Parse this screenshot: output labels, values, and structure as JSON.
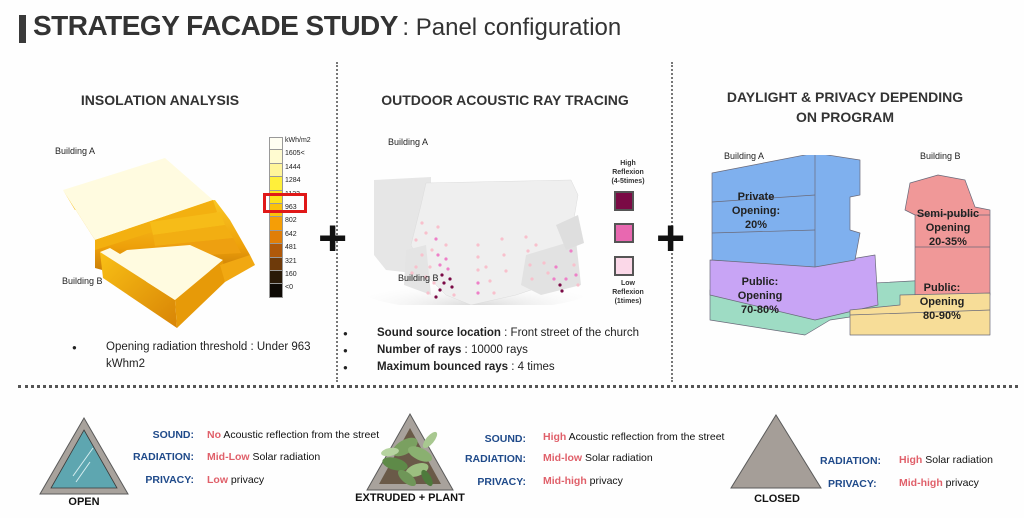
{
  "header": {
    "title": "STRATEGY FACADE STUDY",
    "subtitle": ": Panel configuration"
  },
  "insolation": {
    "heading": "INSOLATION ANALYSIS",
    "building_a": "Building A",
    "building_b": "Building B",
    "legend_unit": "kWh/m2",
    "legend": [
      {
        "label": "1605<",
        "color": "#fffbd0"
      },
      {
        "label": "1444",
        "color": "#fff59a"
      },
      {
        "label": "1284",
        "color": "#ffef3a"
      },
      {
        "label": "1123",
        "color": "#fde21a"
      },
      {
        "label": "963",
        "color": "#fbc20c"
      },
      {
        "label": "802",
        "color": "#f59e06"
      },
      {
        "label": "642",
        "color": "#e07e08"
      },
      {
        "label": "481",
        "color": "#b0590a"
      },
      {
        "label": "321",
        "color": "#6e3a0a"
      },
      {
        "label": "160",
        "color": "#2a1a08"
      },
      {
        "label": "<0",
        "color": "#0e0a05"
      }
    ],
    "highlight_color": "#e01818",
    "highlight_value": "963",
    "bullet": "Opening radiation threshold : Under 963 kWhm2"
  },
  "acoustic": {
    "heading": "OUTDOOR ACOUSTIC RAY TRACING",
    "building_a": "Building A",
    "building_b": "Building B",
    "legend_high": [
      "High",
      "Reflexion",
      "(4-5times)"
    ],
    "legend_low": [
      "Low",
      "Reflexion",
      "(1times)"
    ],
    "swatch_colors": [
      "#7a0a45",
      "#e868b0",
      "#fbd8e8"
    ],
    "bullets": [
      {
        "bold": "Sound source location",
        "text": " : Front street of the church"
      },
      {
        "bold": "Number of rays",
        "text": " : 10000 rays"
      },
      {
        "bold": "Maximum bounced rays",
        "text": " : 4 times"
      }
    ]
  },
  "daylight": {
    "heading_line1": "DAYLIGHT & PRIVACY DEPENDING",
    "heading_line2": "ON PROGRAM",
    "building_a": "Building A",
    "building_b": "Building B",
    "zones": {
      "private": [
        "Private",
        "Opening:",
        "20%"
      ],
      "public_a": [
        "Public:",
        "Opening",
        "70-80%"
      ],
      "semi_public": [
        "Semi-public",
        "Opening",
        "20-35%"
      ],
      "public_b": [
        "Public:",
        "Opening",
        "80-90%"
      ]
    },
    "colors": {
      "private": "#7fb0ee",
      "public_a_top": "#c8a4f5",
      "public_a_base": "#9edcc4",
      "semi_public": "#f09898",
      "public_b": "#f7dd98"
    }
  },
  "plus_symbol": "+",
  "strategies": [
    {
      "name": "OPEN",
      "rows": [
        {
          "key": "SOUND:",
          "hl": "No",
          "text": " Acoustic reflection from the street"
        },
        {
          "key": "RADIATION:",
          "hl": "Mid-Low",
          "text": " Solar radiation"
        },
        {
          "key": "PRIVACY:",
          "hl": "Low",
          "text": " privacy"
        }
      ]
    },
    {
      "name": "EXTRUDED + PLANT",
      "rows": [
        {
          "key": "SOUND:",
          "hl": "High",
          "text": " Acoustic reflection from the street"
        },
        {
          "key": "RADIATION:",
          "hl": "Mid-low",
          "text": " Solar radiation"
        },
        {
          "key": "PRIVACY:",
          "hl": "Mid-high",
          "text": " privacy"
        }
      ]
    },
    {
      "name": "CLOSED",
      "rows": [
        {
          "key": "RADIATION:",
          "hl": "High",
          "text": " Solar radiation"
        },
        {
          "key": "PRIVACY:",
          "hl": "Mid-high",
          "text": " privacy"
        }
      ]
    }
  ]
}
